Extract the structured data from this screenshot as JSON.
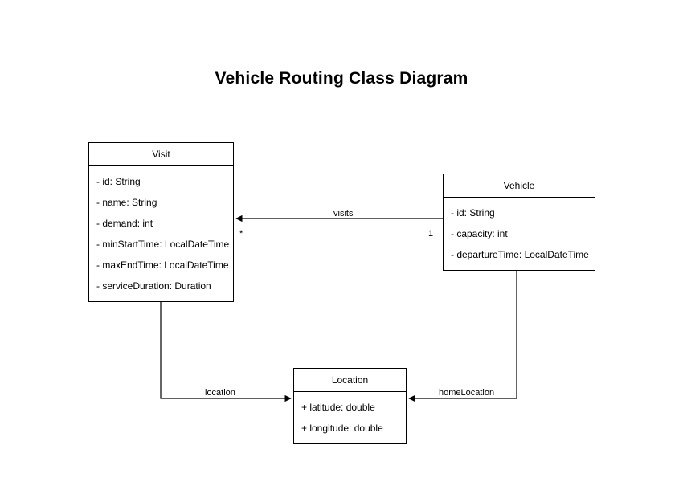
{
  "diagram": {
    "title": "Vehicle Routing Class Diagram",
    "type": "uml-class-diagram",
    "background_color": "#ffffff",
    "line_color": "#000000",
    "text_color": "#000000",
    "classes": [
      {
        "name": "Visit",
        "attributes": [
          "- id: String",
          "- name: String",
          "- demand: int",
          "- minStartTime: LocalDateTime",
          "- maxEndTime: LocalDateTime",
          "- serviceDuration: Duration"
        ]
      },
      {
        "name": "Vehicle",
        "attributes": [
          "- id: String",
          "- capacity: int",
          "- departureTime: LocalDateTime"
        ]
      },
      {
        "name": "Location",
        "attributes": [
          "+ latitude: double",
          "+ longitude: double"
        ]
      }
    ],
    "relationships": [
      {
        "label": "visits",
        "from": "Vehicle",
        "to": "Visit",
        "source_multiplicity": "1",
        "target_multiplicity": "*"
      },
      {
        "label": "location",
        "from": "Visit",
        "to": "Location",
        "source_multiplicity": "",
        "target_multiplicity": ""
      },
      {
        "label": "homeLocation",
        "from": "Vehicle",
        "to": "Location",
        "source_multiplicity": "",
        "target_multiplicity": ""
      }
    ]
  }
}
